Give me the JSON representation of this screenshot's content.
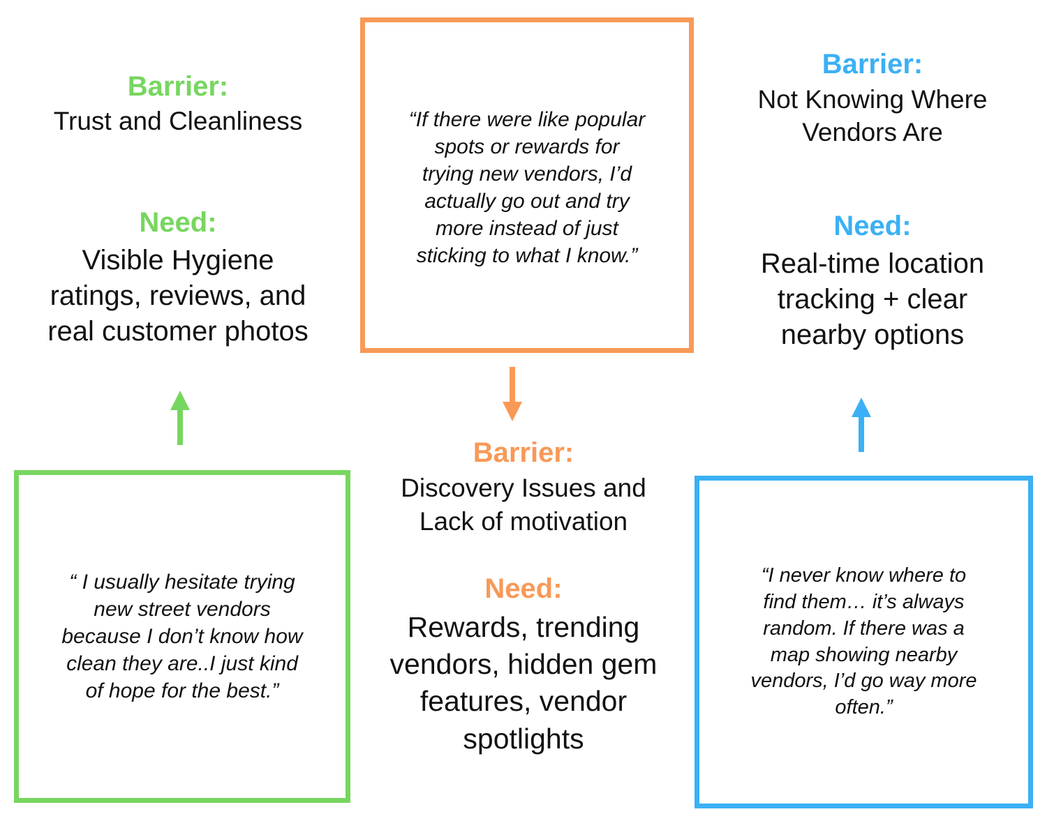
{
  "labels": {
    "barrier": "Barrier:",
    "need": "Need:"
  },
  "colors": {
    "green": "#77D65F",
    "orange": "#F89957",
    "blue": "#3BB0F5",
    "text": "#111111",
    "background": "#FFFFFF"
  },
  "themes": {
    "trust": {
      "accent": "#77D65F",
      "barrier_label": "Barrier:",
      "barrier_text": "Trust and Cleanliness",
      "need_label": "Need:",
      "need_text": "Visible Hygiene\nratings, reviews, and\nreal customer photos",
      "quote": "“ I usually hesitate trying\nnew street vendors\nbecause I don’t know how\nclean they are..I just kind\nof hope for the best.”",
      "arrow": "arrow-up"
    },
    "discovery": {
      "accent": "#F89957",
      "barrier_label": "Barrier:",
      "barrier_text": "Discovery Issues and\nLack of motivation",
      "need_label": "Need:",
      "need_text": "Rewards, trending\nvendors, hidden gem\nfeatures, vendor\nspotlights",
      "quote": "“If there were like popular\nspots or rewards for\ntrying new vendors, I’d\nactually go out and try\nmore instead of just\nsticking to what I know.”",
      "arrow": "arrow-down"
    },
    "location": {
      "accent": "#3BB0F5",
      "barrier_label": "Barrier:",
      "barrier_text": "Not Knowing Where\nVendors Are",
      "need_label": "Need:",
      "need_text": "Real-time location\ntracking + clear\nnearby options",
      "quote": "“I never know where to\nfind them… it’s always\nrandom. If there was a\nmap showing nearby\nvendors, I’d go way more\noften.”",
      "arrow": "arrow-up"
    }
  }
}
